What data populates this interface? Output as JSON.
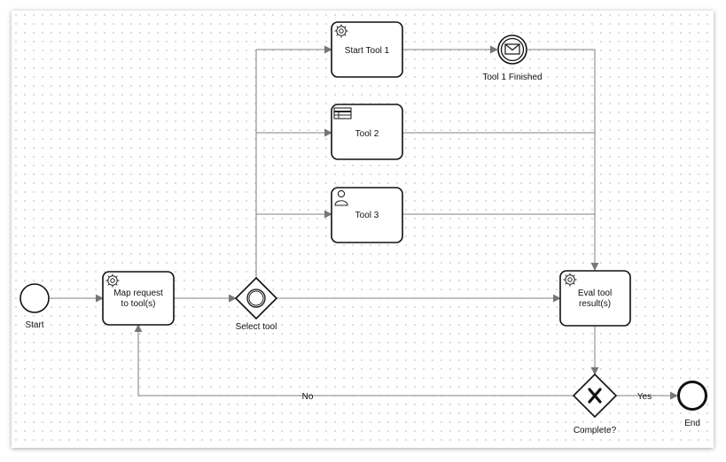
{
  "diagram": {
    "events": {
      "start": "Start",
      "tool1_finished": "Tool 1 Finished",
      "end": "End"
    },
    "tasks": {
      "map_request": [
        "Map request",
        "to tool(s)"
      ],
      "start_tool_1": "Start Tool 1",
      "tool_2": "Tool 2",
      "tool_3": "Tool 3",
      "eval_results": [
        "Eval tool",
        "result(s)"
      ]
    },
    "gateways": {
      "select_tool": "Select tool",
      "complete": "Complete?"
    },
    "flows": {
      "yes": "Yes",
      "no": "No"
    },
    "icons": {
      "service": "gear-icon",
      "business_rule": "table-icon",
      "user": "user-icon",
      "message": "envelope-icon",
      "exclusive": "x-icon"
    },
    "colors": {
      "stroke": "#111111",
      "flow": "#9a9a9a",
      "grid": "#d0d0d0"
    }
  }
}
